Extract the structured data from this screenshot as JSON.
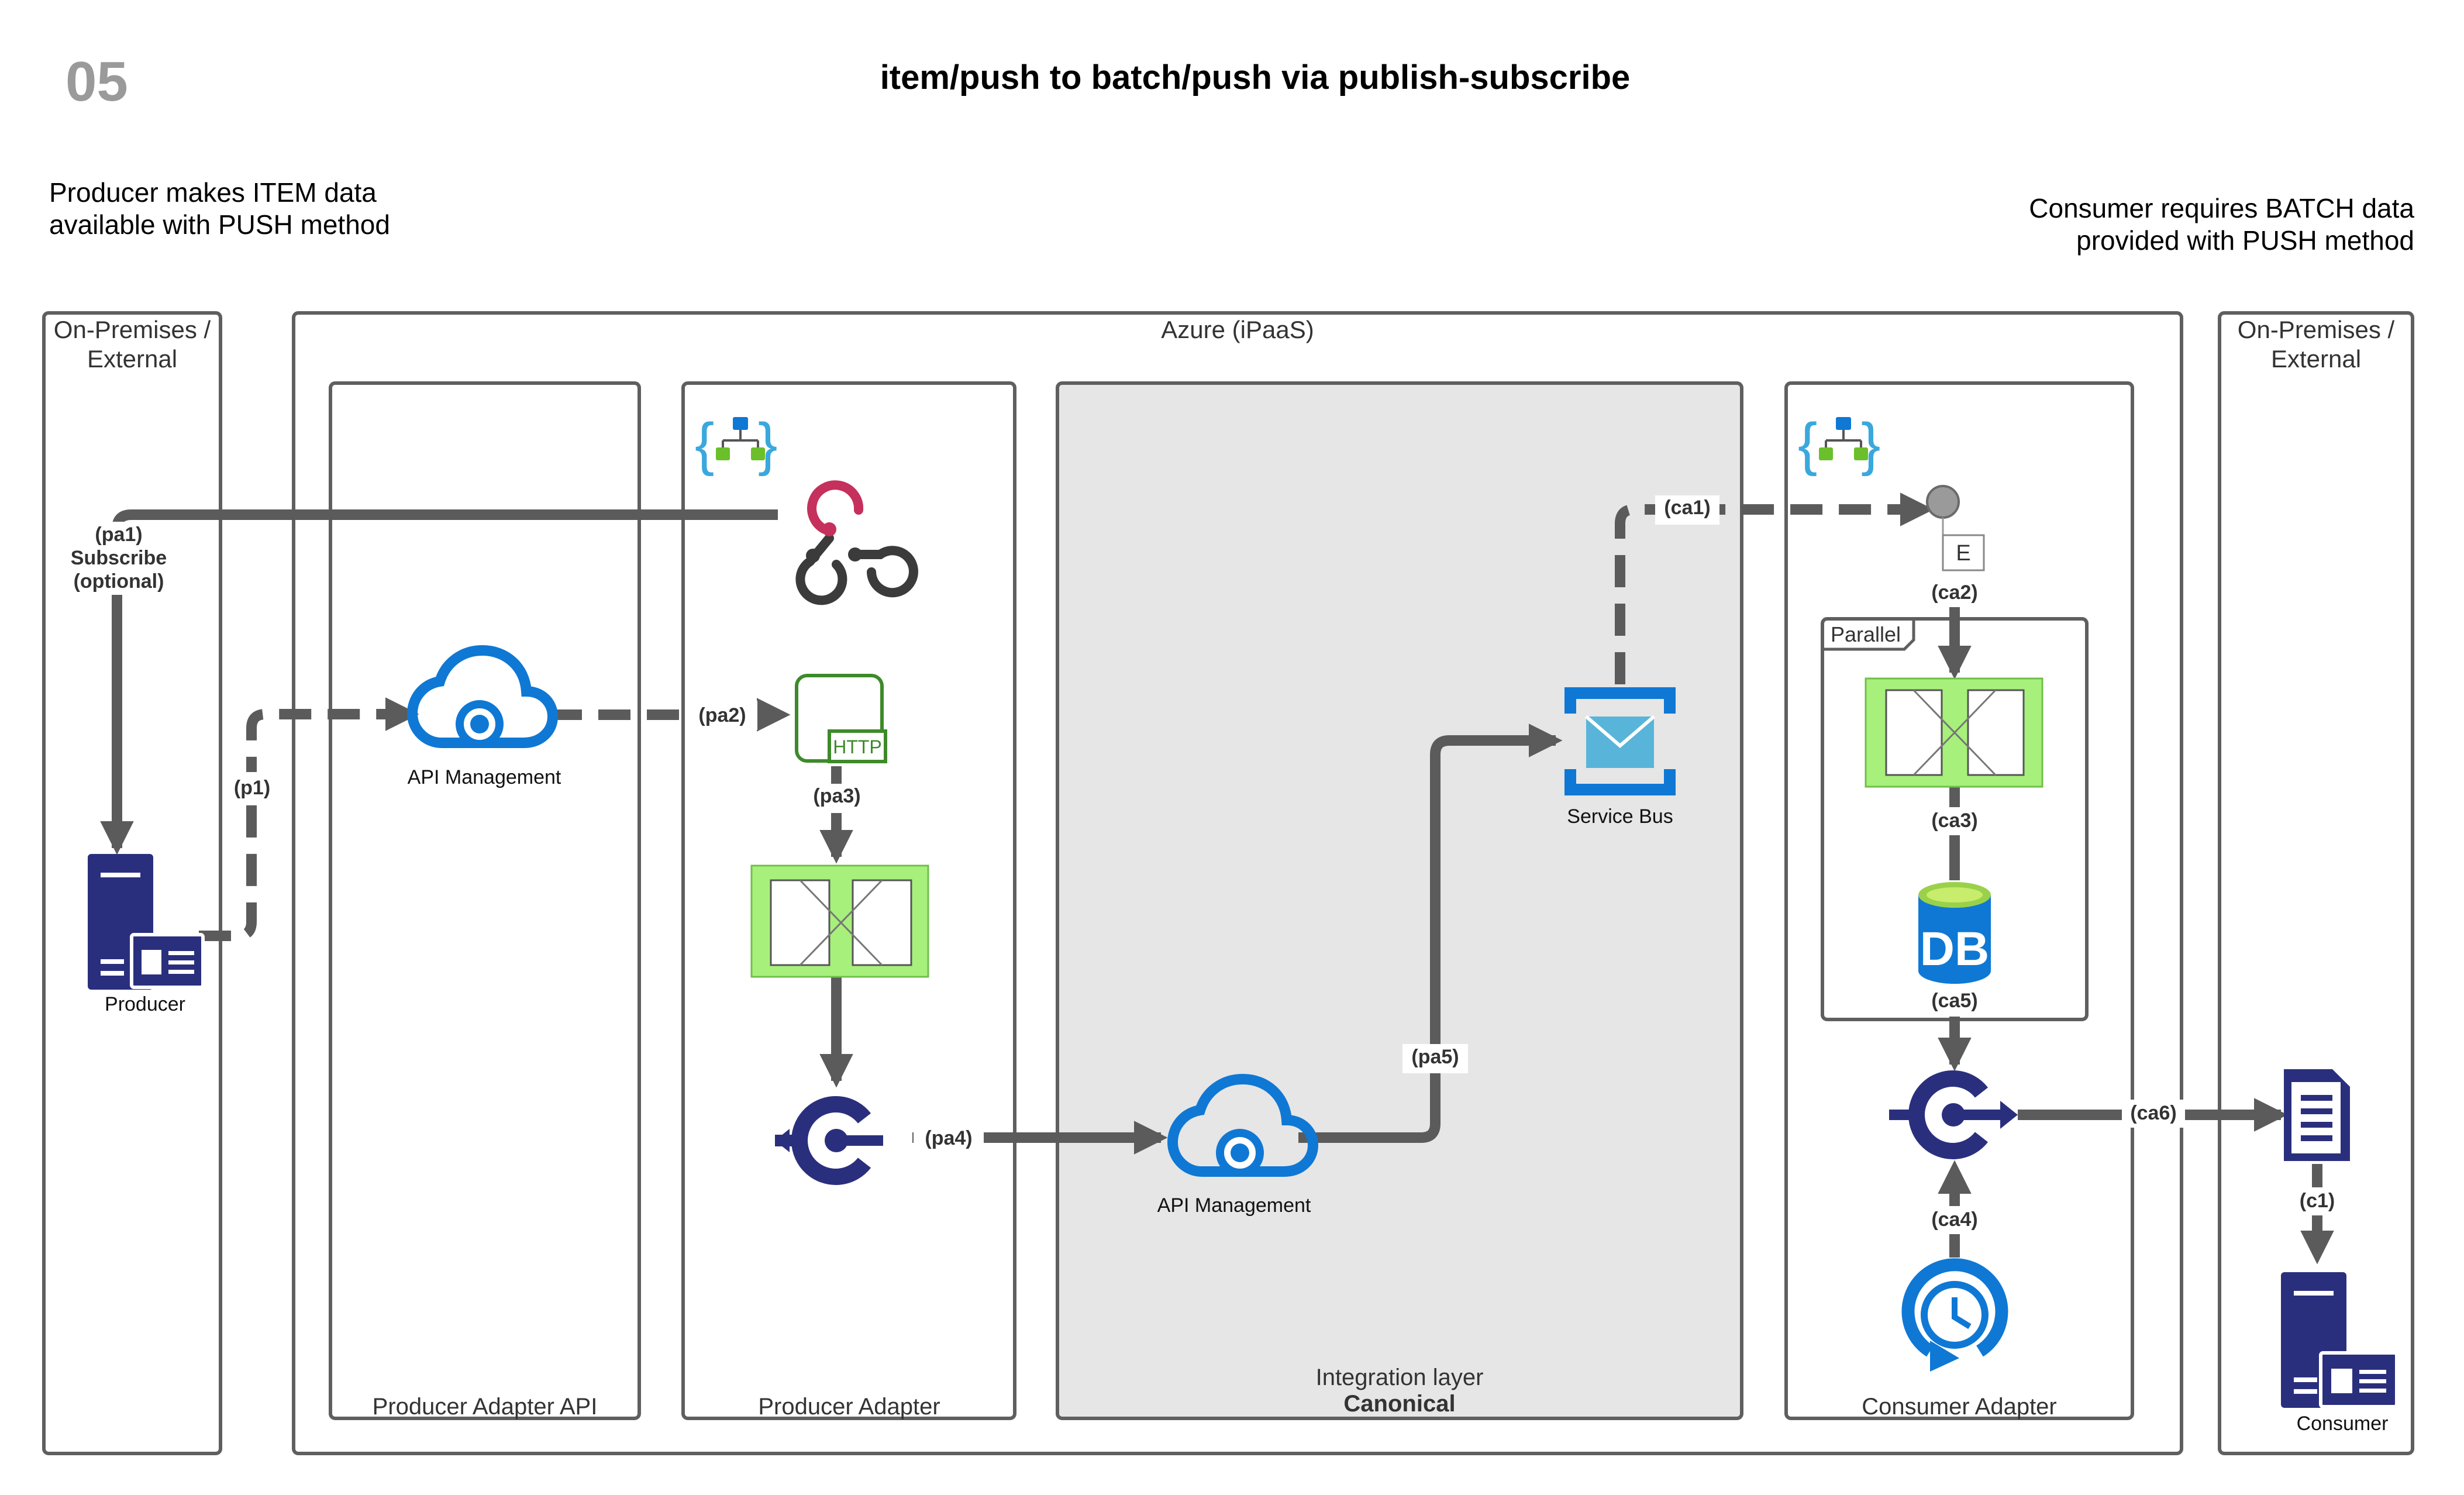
{
  "header": {
    "number": "05",
    "title": "item/push to batch/push via publish-subscribe"
  },
  "producer_note": {
    "line1": "Producer makes ITEM data",
    "line2": "available with PUSH method"
  },
  "consumer_note": {
    "line1": "Consumer requires BATCH data",
    "line2": "provided with PUSH method"
  },
  "containers": {
    "onprem_left": {
      "line1": "On-Premises /",
      "line2": "External"
    },
    "azure": "Azure (iPaaS)",
    "onprem_right": {
      "line1": "On-Premises /",
      "line2": "External"
    },
    "producer_adapter_api": "Producer Adapter API",
    "producer_adapter": "Producer Adapter",
    "integration_layer": {
      "line1": "Integration layer",
      "line2": "Canonical"
    },
    "consumer_adapter": "Consumer Adapter",
    "parallel": "Parallel"
  },
  "nodes": {
    "producer": "Producer",
    "api_management_1": "API Management",
    "http_trigger": "HTTP",
    "api_management_2": "API Management",
    "service_bus": "Service Bus",
    "event_marker": "E",
    "database": "DB",
    "consumer": "Consumer"
  },
  "flow_labels": {
    "pa1": {
      "line1": "(pa1)",
      "line2": "Subscribe",
      "line3": "(optional)"
    },
    "p1": "(p1)",
    "pa2": "(pa2)",
    "pa3": "(pa3)",
    "pa4": "(pa4)",
    "pa5": "(pa5)",
    "ca1": "(ca1)",
    "ca2": "(ca2)",
    "ca3": "(ca3)",
    "ca4": "(ca4)",
    "ca5": "(ca5)",
    "ca6": "(ca6)",
    "c1": "(c1)"
  },
  "icons": [
    "producer-server-icon",
    "api-management-icon",
    "logic-app-icon",
    "webhook-icon",
    "http-trigger-icon",
    "foreach-scope-icon",
    "connector-icon",
    "service-bus-icon",
    "event-icon",
    "database-icon",
    "recurrence-icon",
    "document-icon",
    "consumer-server-icon"
  ],
  "colors": {
    "connector": "#5b5b5b",
    "border": "#5f5f5f",
    "integration_fill": "#e6e6e6",
    "azure_blue": "#0f78d4",
    "navy": "#2a2f7d",
    "green": "#3d8a2a",
    "light_green": "#a8f07c",
    "webhook_red": "#c5305c"
  }
}
